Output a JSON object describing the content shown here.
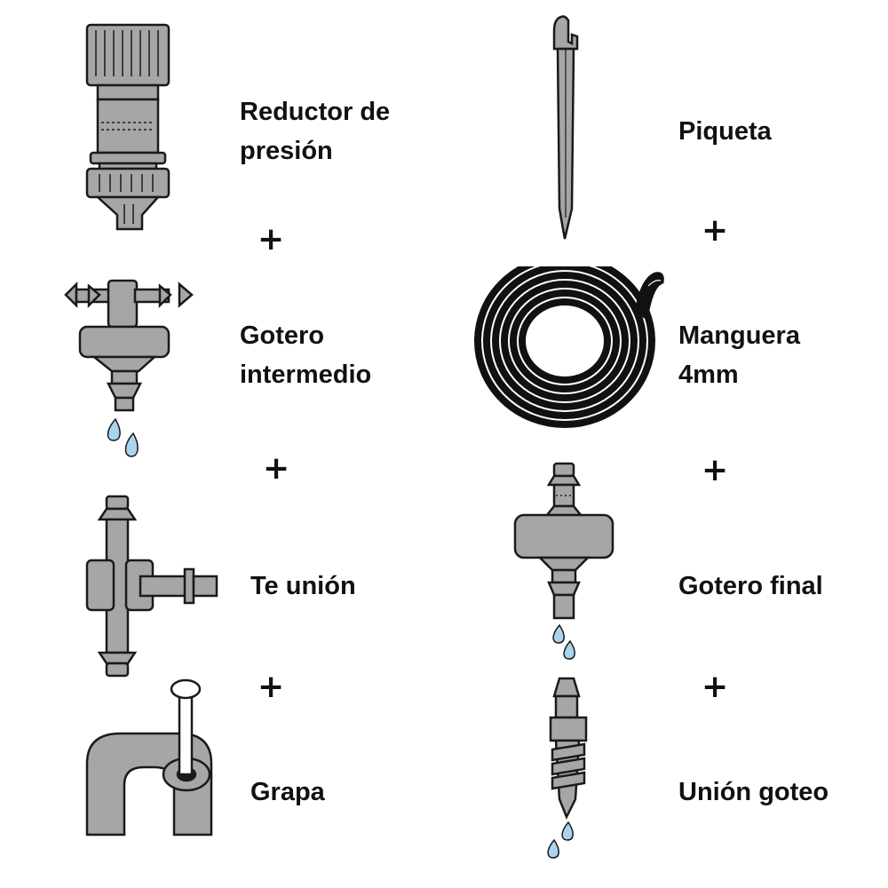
{
  "left_column": {
    "items": [
      {
        "label_line1": "Reductor de",
        "label_line2": "presión",
        "icon": "pressure-reducer-icon"
      },
      {
        "label_line1": "Gotero",
        "label_line2": "intermedio",
        "icon": "inline-dripper-icon"
      },
      {
        "label_line1": "Te unión",
        "label_line2": "",
        "icon": "tee-connector-icon"
      },
      {
        "label_line1": "Grapa",
        "label_line2": "",
        "icon": "hose-clip-icon"
      }
    ]
  },
  "right_column": {
    "items": [
      {
        "label_line1": "Piqueta",
        "label_line2": "",
        "icon": "stake-icon"
      },
      {
        "label_line1": "Manguera",
        "label_line2": "4mm",
        "icon": "hose-coil-icon"
      },
      {
        "label_line1": "Gotero final",
        "label_line2": "",
        "icon": "end-dripper-icon"
      },
      {
        "label_line1": "Unión goteo",
        "label_line2": "",
        "icon": "drip-connector-icon"
      }
    ]
  },
  "plus_symbol": "+",
  "colors": {
    "part_fill": "#a6a6a6",
    "outline": "#1a1a1a",
    "water_drop": "#a9d3ee",
    "hose": "#111111",
    "text": "#111111"
  }
}
